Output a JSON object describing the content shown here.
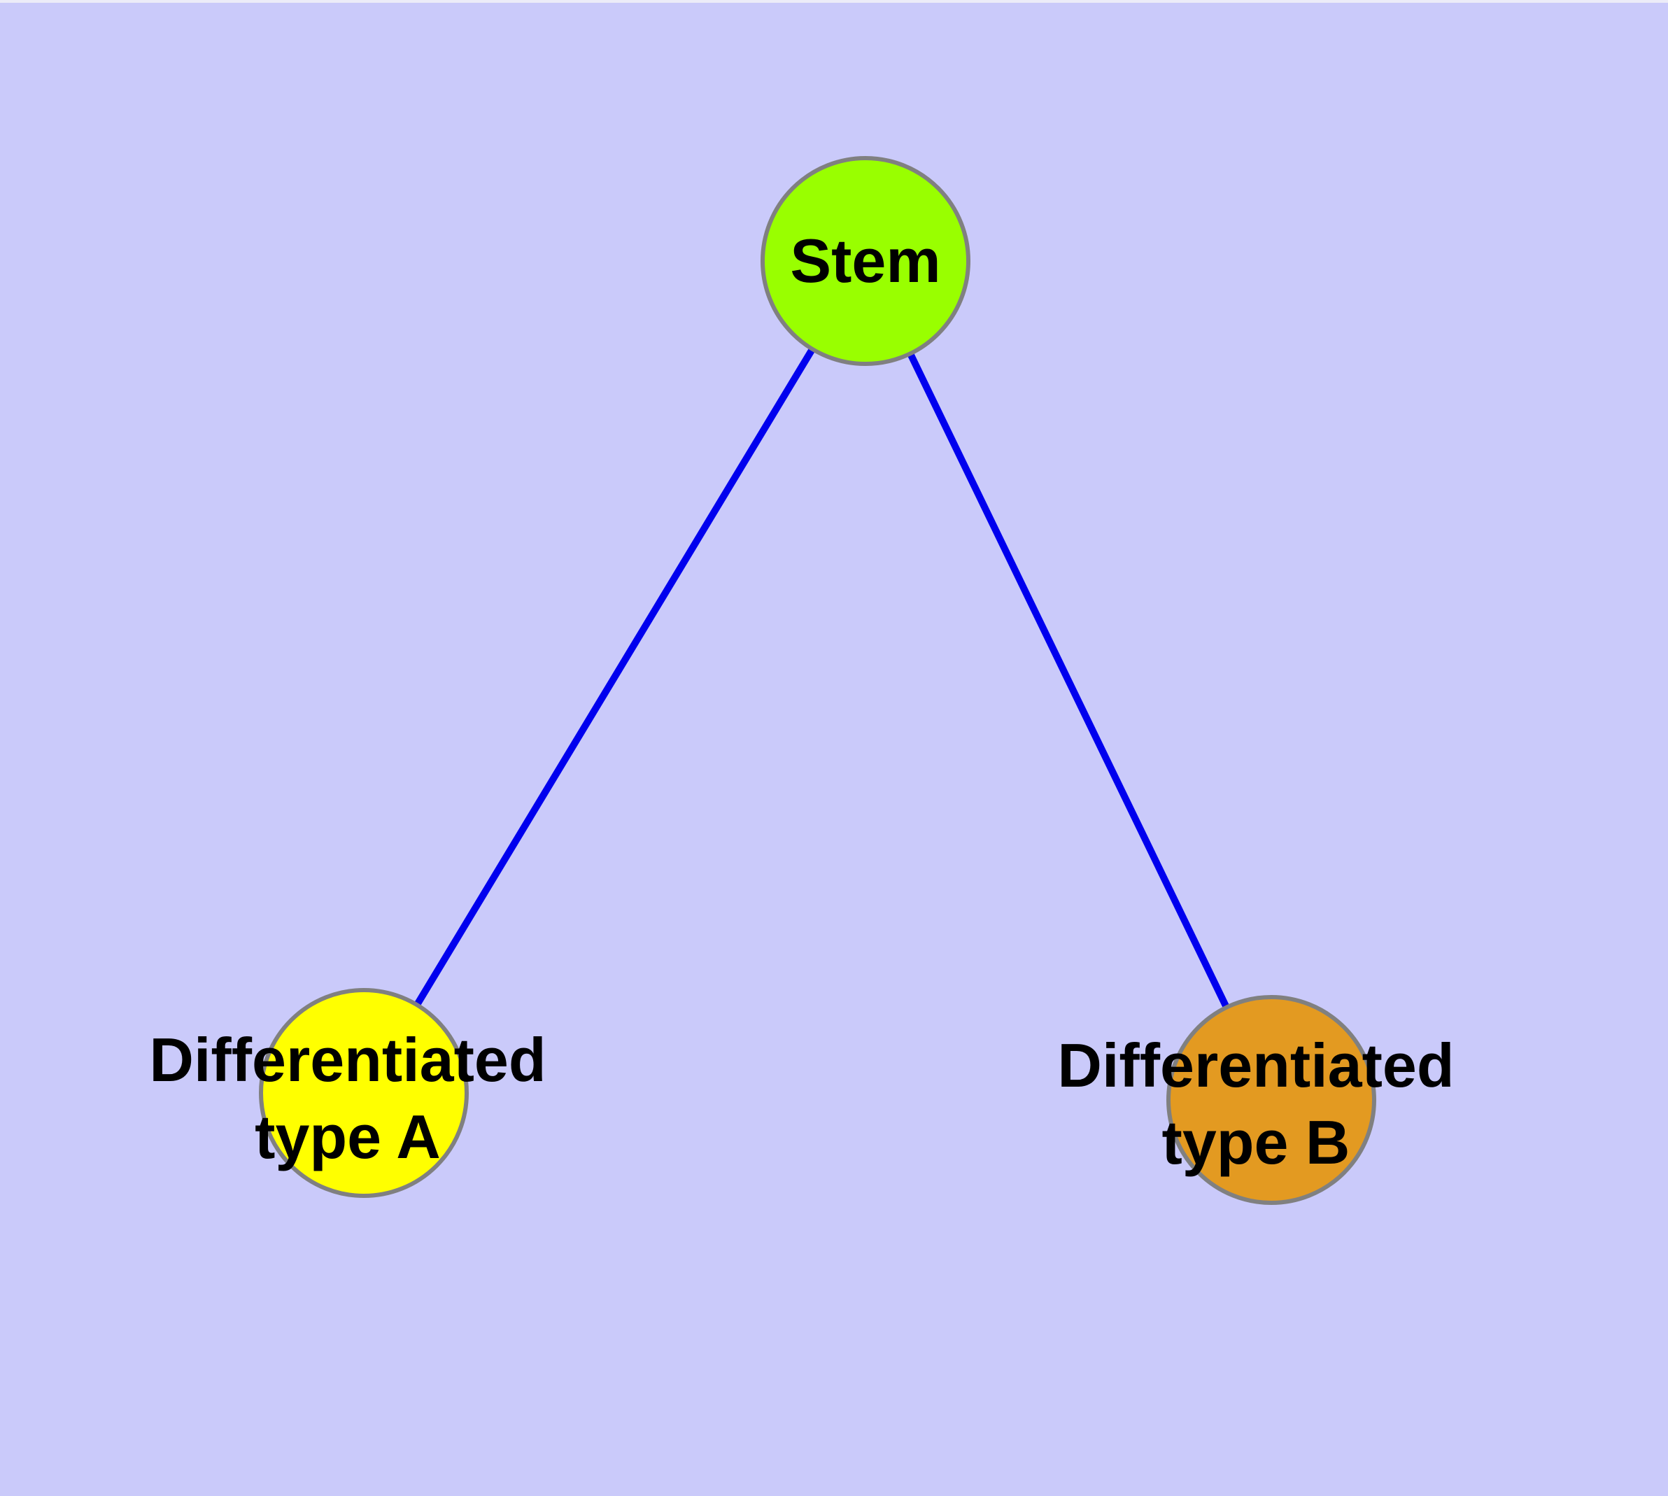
{
  "diagram": {
    "title": "",
    "type": "node-link-graph"
  },
  "colors": {
    "background": "#CACAFA",
    "top_strip": "#ECECF8",
    "edge": "#0000EE",
    "node_border": "#808080",
    "stem_fill": "#99FF00",
    "type_a_fill": "#FFFF00",
    "type_b_fill": "#E39A21",
    "label_text": "#000000"
  },
  "nodes": {
    "stem": {
      "label": "Stem"
    },
    "type_a": {
      "label": "Differentiated type A",
      "lines": [
        "Differentiated",
        "type A"
      ]
    },
    "type_b": {
      "label": "Differentiated type B",
      "lines": [
        "Differentiated",
        "type B"
      ]
    }
  },
  "edges": [
    {
      "from": "Stem",
      "to": "Differentiated type A"
    },
    {
      "from": "Stem",
      "to": "Differentiated type B"
    }
  ]
}
